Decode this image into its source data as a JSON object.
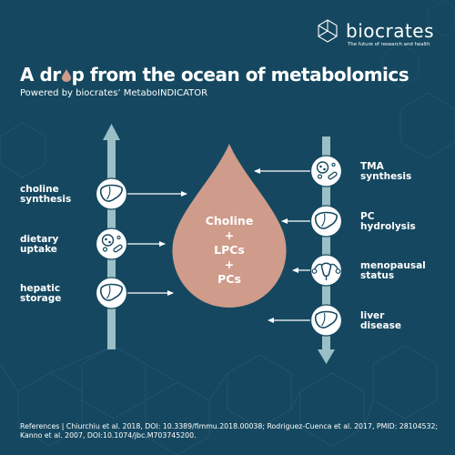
{
  "brand": {
    "name": "biocrates",
    "tagline": "The future of research and health"
  },
  "title": {
    "before_drop": "A dr",
    "after_drop": "p from the ocean of metabolomics"
  },
  "subtitle": "Powered by biocrates’ MetaboINDICATOR",
  "drop": {
    "line1": "Choline",
    "plus": "+",
    "line2": "LPCs",
    "line3": "PCs"
  },
  "inputs": [
    {
      "line1": "choline",
      "line2": "synthesis",
      "icon": "liver-icon"
    },
    {
      "line1": "dietary",
      "line2": "uptake",
      "icon": "gut-microbes-icon"
    },
    {
      "line1": "hepatic",
      "line2": "storage",
      "icon": "liver-icon"
    }
  ],
  "outputs": [
    {
      "line1": "TMA",
      "line2": "synthesis",
      "icon": "gut-microbes-icon"
    },
    {
      "line1": "PC",
      "line2": "hydrolysis",
      "icon": "liver-icon"
    },
    {
      "line1": "menopausal",
      "line2": "status",
      "icon": "uterus-icon"
    },
    {
      "line1": "liver",
      "line2": "disease",
      "icon": "liver-icon"
    }
  ],
  "references": "References | Chiurchiu et al. 2018, DOI: 10.3389/fimmu.2018.00038; Rodriguez-Cuenca et al. 2017, PMID: 28104532; Kanno et al. 2007, DOI:10.1074/jbc.M703745200.",
  "colors": {
    "background": "#154860",
    "drop": "#cf9b8a",
    "arrow_bar": "#9bbfc6",
    "icon_circle": "#ffffff",
    "icon_stroke": "#154860",
    "text": "#ffffff"
  }
}
